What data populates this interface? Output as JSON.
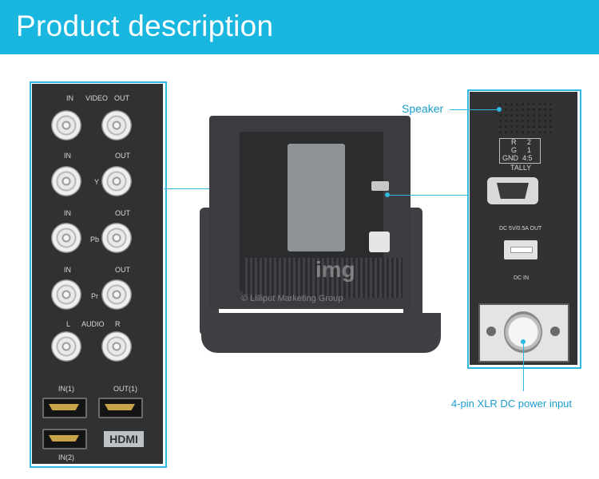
{
  "header": {
    "title": "Product description"
  },
  "left_panel": {
    "labels": {
      "in1": "IN",
      "video": "VIDEO",
      "out1": "OUT",
      "in2": "IN",
      "y": "Y",
      "out2": "OUT",
      "in3": "IN",
      "pb": "Pb",
      "out3": "OUT",
      "in4": "IN",
      "pr": "Pr",
      "out4": "OUT",
      "l": "L",
      "audio": "AUDIO",
      "r": "R",
      "hdmi_in1": "IN(1)",
      "hdmi_out1": "OUT(1)",
      "hdmi_in2": "IN(2)",
      "hdmi_badge": "HDMI"
    }
  },
  "right_panel": {
    "tally": {
      "r": "R",
      "r_val": "2",
      "g": "G",
      "g_val": "1",
      "gnd": "GND",
      "gnd_val": "4:5",
      "title": "TALLY"
    },
    "dc_out": "DC 5V/0.5A OUT",
    "dc_in": "DC IN"
  },
  "callouts": {
    "speaker": "Speaker",
    "xlr": "4-pin XLR DC power input"
  },
  "watermark": {
    "mark": "img",
    "text": "© Lilliput Marketing Group"
  },
  "colors": {
    "header_bg": "#19b6e0",
    "accent": "#2fb8e0",
    "panel": "#2f3133"
  }
}
